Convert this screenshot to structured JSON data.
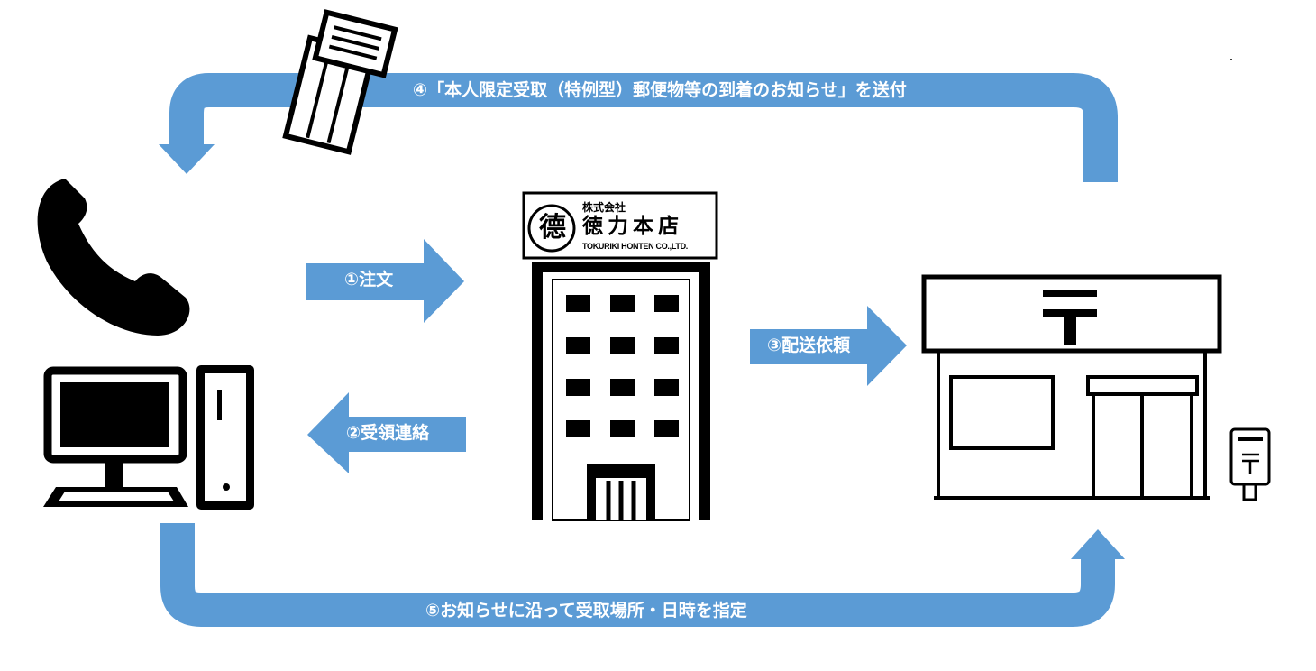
{
  "colors": {
    "arrow": "#5b9bd5",
    "ink": "#000000",
    "label_text": "#ffffff"
  },
  "steps": {
    "order": "①注文",
    "receipt_contact": "②受領連絡",
    "delivery_request": "③配送依頼",
    "notice_sent": "④「本人限定受取（特例型）郵便物等の到着のお知らせ」を送付",
    "specify_pickup": "⑤お知らせに沿って受取場所・日時を指定"
  },
  "company": {
    "type": "株式会社",
    "name": "徳力本店",
    "name_en": "TOKURIKI HONTEN CO.,LTD.",
    "mark": "德"
  },
  "icons": [
    "telephone-icon",
    "desktop-computer-icon",
    "envelope-notice-icon",
    "office-building-icon",
    "post-office-icon",
    "postal-mark-icon",
    "mailbox-icon"
  ]
}
